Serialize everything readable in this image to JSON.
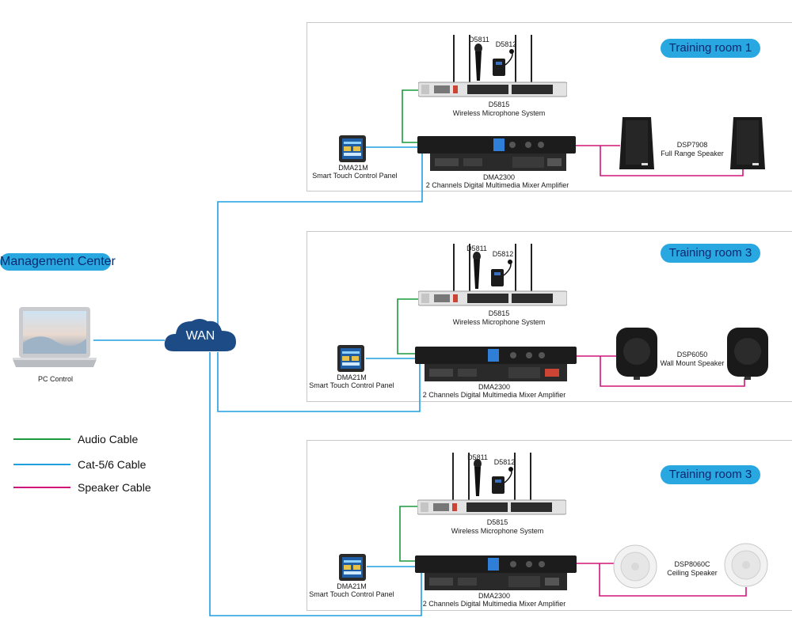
{
  "management": {
    "title": "Management Center",
    "pc_label": "PC Control"
  },
  "wan": {
    "label": "WAN"
  },
  "legend": [
    {
      "label": "Audio Cable",
      "color": "#1a9a3c"
    },
    {
      "label": "Cat-5/6 Cable",
      "color": "#1ea0e0"
    },
    {
      "label": "Speaker Cable",
      "color": "#d0157a"
    }
  ],
  "rooms": [
    {
      "title": "Training room 1",
      "mic_handheld": "D5811",
      "mic_lapel": "D5812",
      "receiver_model": "D5815",
      "receiver_desc": "Wireless Microphone System",
      "panel_model": "DMA21M",
      "panel_desc": "Smart Touch Control Panel",
      "mixer_model": "DMA2300",
      "mixer_desc": "2 Channels Digital Multimedia Mixer Amplifier",
      "speaker_model": "DSP7908",
      "speaker_desc": "Full Range Speaker"
    },
    {
      "title": "Training room 3",
      "mic_handheld": "D5811",
      "mic_lapel": "D5812",
      "receiver_model": "D5815",
      "receiver_desc": "Wireless Microphone System",
      "panel_model": "DMA21M",
      "panel_desc": "Smart Touch Control Panel",
      "mixer_model": "DMA2300",
      "mixer_desc": "2 Channels Digital Multimedia Mixer Amplifier",
      "speaker_model": "DSP6050",
      "speaker_desc": "Wall Mount Speaker"
    },
    {
      "title": "Training room 3",
      "mic_handheld": "D5811",
      "mic_lapel": "D5812",
      "receiver_model": "D5815",
      "receiver_desc": "Wireless Microphone System",
      "panel_model": "DMA21M",
      "panel_desc": "Smart Touch Control Panel",
      "mixer_model": "DMA2300",
      "mixer_desc": "2 Channels Digital Multimedia Mixer Amplifier",
      "speaker_model": "DSP8060C",
      "speaker_desc": "Ceiling Speaker"
    }
  ]
}
